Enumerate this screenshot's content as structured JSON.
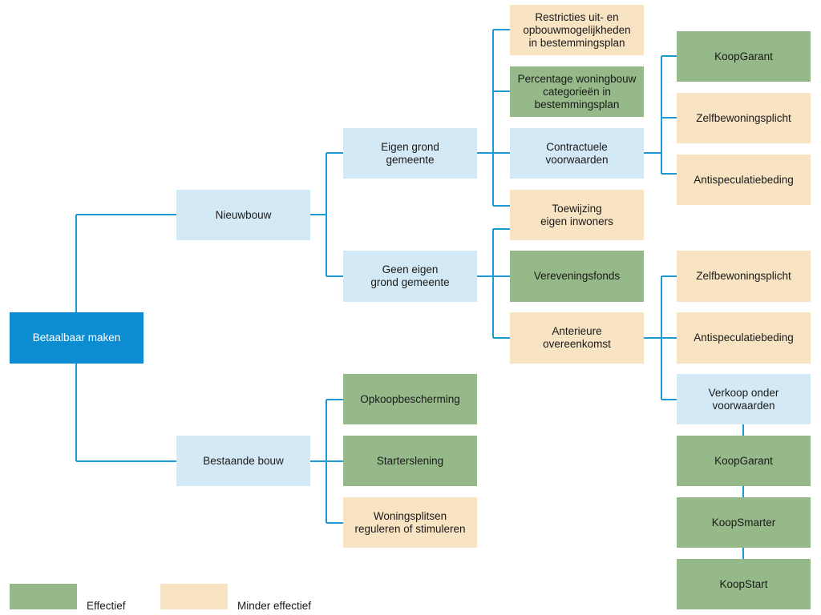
{
  "colors": {
    "root": "#0d8dd1",
    "category": "#d3e9f5",
    "effectief": "#95b989",
    "minder_effectief": "#f8e3c3",
    "connector": "#1d9ad6"
  },
  "nodes": {
    "root": "Betaalbaar maken",
    "nieuwbouw": "Nieuwbouw",
    "bestaande_bouw": "Bestaande bouw",
    "eigen_grond": "Eigen grond\ngemeente",
    "geen_eigen_grond": "Geen eigen\ngrond gemeente",
    "restricties": "Restricties uit- en\nopbouwmogelijkheden\nin bestemmingsplan",
    "percentage": "Percentage woningbouw\ncategorieën in\nbestemmingsplan",
    "contractuele": "Contractuele\nvoorwaarden",
    "toewijzing": "Toewijzing\neigen inwoners",
    "vereveningsfonds": "Vereveningsfonds",
    "anterieure": "Anterieure\novereenkomst",
    "koopgarant_1": "KoopGarant",
    "zelfbewoningsplicht_1": "Zelfbewoningsplicht",
    "antispeculatiebeding_1": "Antispeculatiebeding",
    "zelfbewoningsplicht_2": "Zelfbewoningsplicht",
    "antispeculatiebeding_2": "Antispeculatiebeding",
    "verkoop": "Verkoop onder\nvoorwaarden",
    "koopgarant_2": "KoopGarant",
    "koopsmarter": "KoopSmarter",
    "koopstart": "KoopStart",
    "opkoopbescherming": "Opkoopbescherming",
    "starterslening": "Starterslening",
    "woningsplitsen": "Woningsplitsen\nreguleren of stimuleren"
  },
  "legend": {
    "effectief": "Effectief",
    "minder_effectief": "Minder effectief"
  }
}
